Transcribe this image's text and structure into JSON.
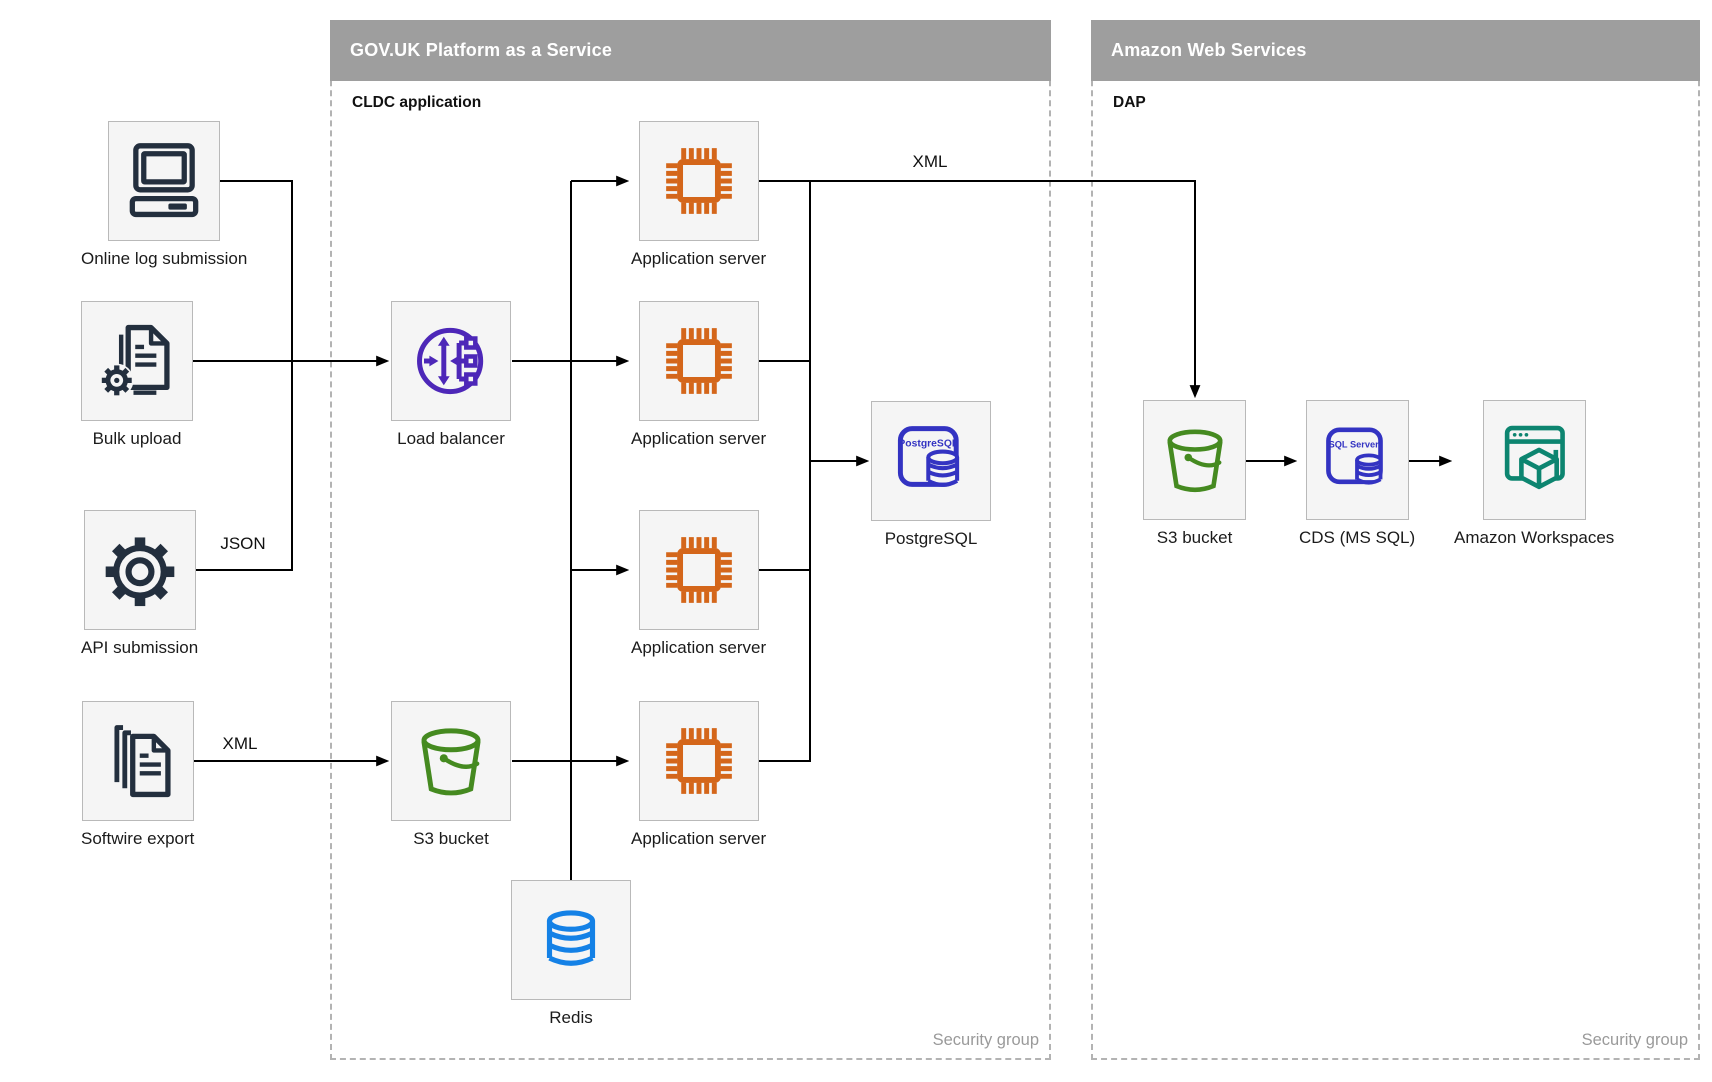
{
  "containers": {
    "paas": {
      "title": "GOV.UK Platform as a Service",
      "sublabel": "CLDC application",
      "footer": "Security group"
    },
    "aws": {
      "title": "Amazon Web Services",
      "sublabel": "DAP",
      "footer": "Security group"
    }
  },
  "nodes": {
    "online_log": {
      "label": "Online log submission",
      "icon": "computer-icon"
    },
    "bulk_upload": {
      "label": "Bulk upload",
      "icon": "document-gear-icon"
    },
    "api_submission": {
      "label": "API submission",
      "icon": "gear-icon"
    },
    "softwire_export": {
      "label": "Softwire export",
      "icon": "documents-stack-icon"
    },
    "load_balancer": {
      "label": "Load balancer",
      "icon": "load-balancer-icon"
    },
    "s3_paas": {
      "label": "S3 bucket",
      "icon": "bucket-icon"
    },
    "app_server_1": {
      "label": "Application server",
      "icon": "chip-icon"
    },
    "app_server_2": {
      "label": "Application server",
      "icon": "chip-icon"
    },
    "app_server_3": {
      "label": "Application server",
      "icon": "chip-icon"
    },
    "app_server_4": {
      "label": "Application server",
      "icon": "chip-icon"
    },
    "postgresql": {
      "label": "PostgreSQL",
      "icon": "postgresql-icon"
    },
    "redis": {
      "label": "Redis",
      "icon": "database-icon"
    },
    "s3_aws": {
      "label": "S3 bucket",
      "icon": "bucket-icon"
    },
    "cds": {
      "label": "CDS (MS SQL)",
      "icon": "sql-server-icon"
    },
    "workspaces": {
      "label": "Amazon Workspaces",
      "icon": "workspaces-icon"
    }
  },
  "edge_labels": {
    "api_json": "JSON",
    "softwire_xml": "XML",
    "app_to_aws_xml": "XML"
  },
  "icon_texts": {
    "postgresql": "PostgreSQL",
    "sql_server": "SQL Server"
  },
  "colors": {
    "navy": "#232f3e",
    "purple": "#4d27b8",
    "orange": "#d4661a",
    "green": "#458a20",
    "blue": "#1481e6",
    "indigo": "#3333c2",
    "teal": "#0d8570",
    "bar_gray": "#9e9e9e",
    "box_fill": "#f5f5f5",
    "box_border": "#b9b9b9",
    "dash_gray": "#b3b3b3",
    "footer_gray": "#9a9a9a",
    "line_black": "#000000"
  }
}
